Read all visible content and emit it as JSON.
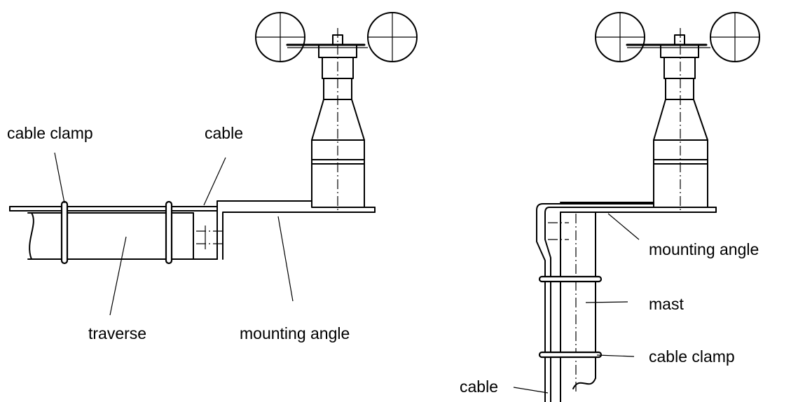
{
  "left_view": {
    "labels": {
      "cable_clamp": "cable clamp",
      "cable": "cable",
      "traverse": "traverse",
      "mounting_angle": "mounting angle"
    }
  },
  "right_view": {
    "labels": {
      "mounting_angle": "mounting angle",
      "mast": "mast",
      "cable_clamp": "cable clamp",
      "cable": "cable"
    }
  }
}
